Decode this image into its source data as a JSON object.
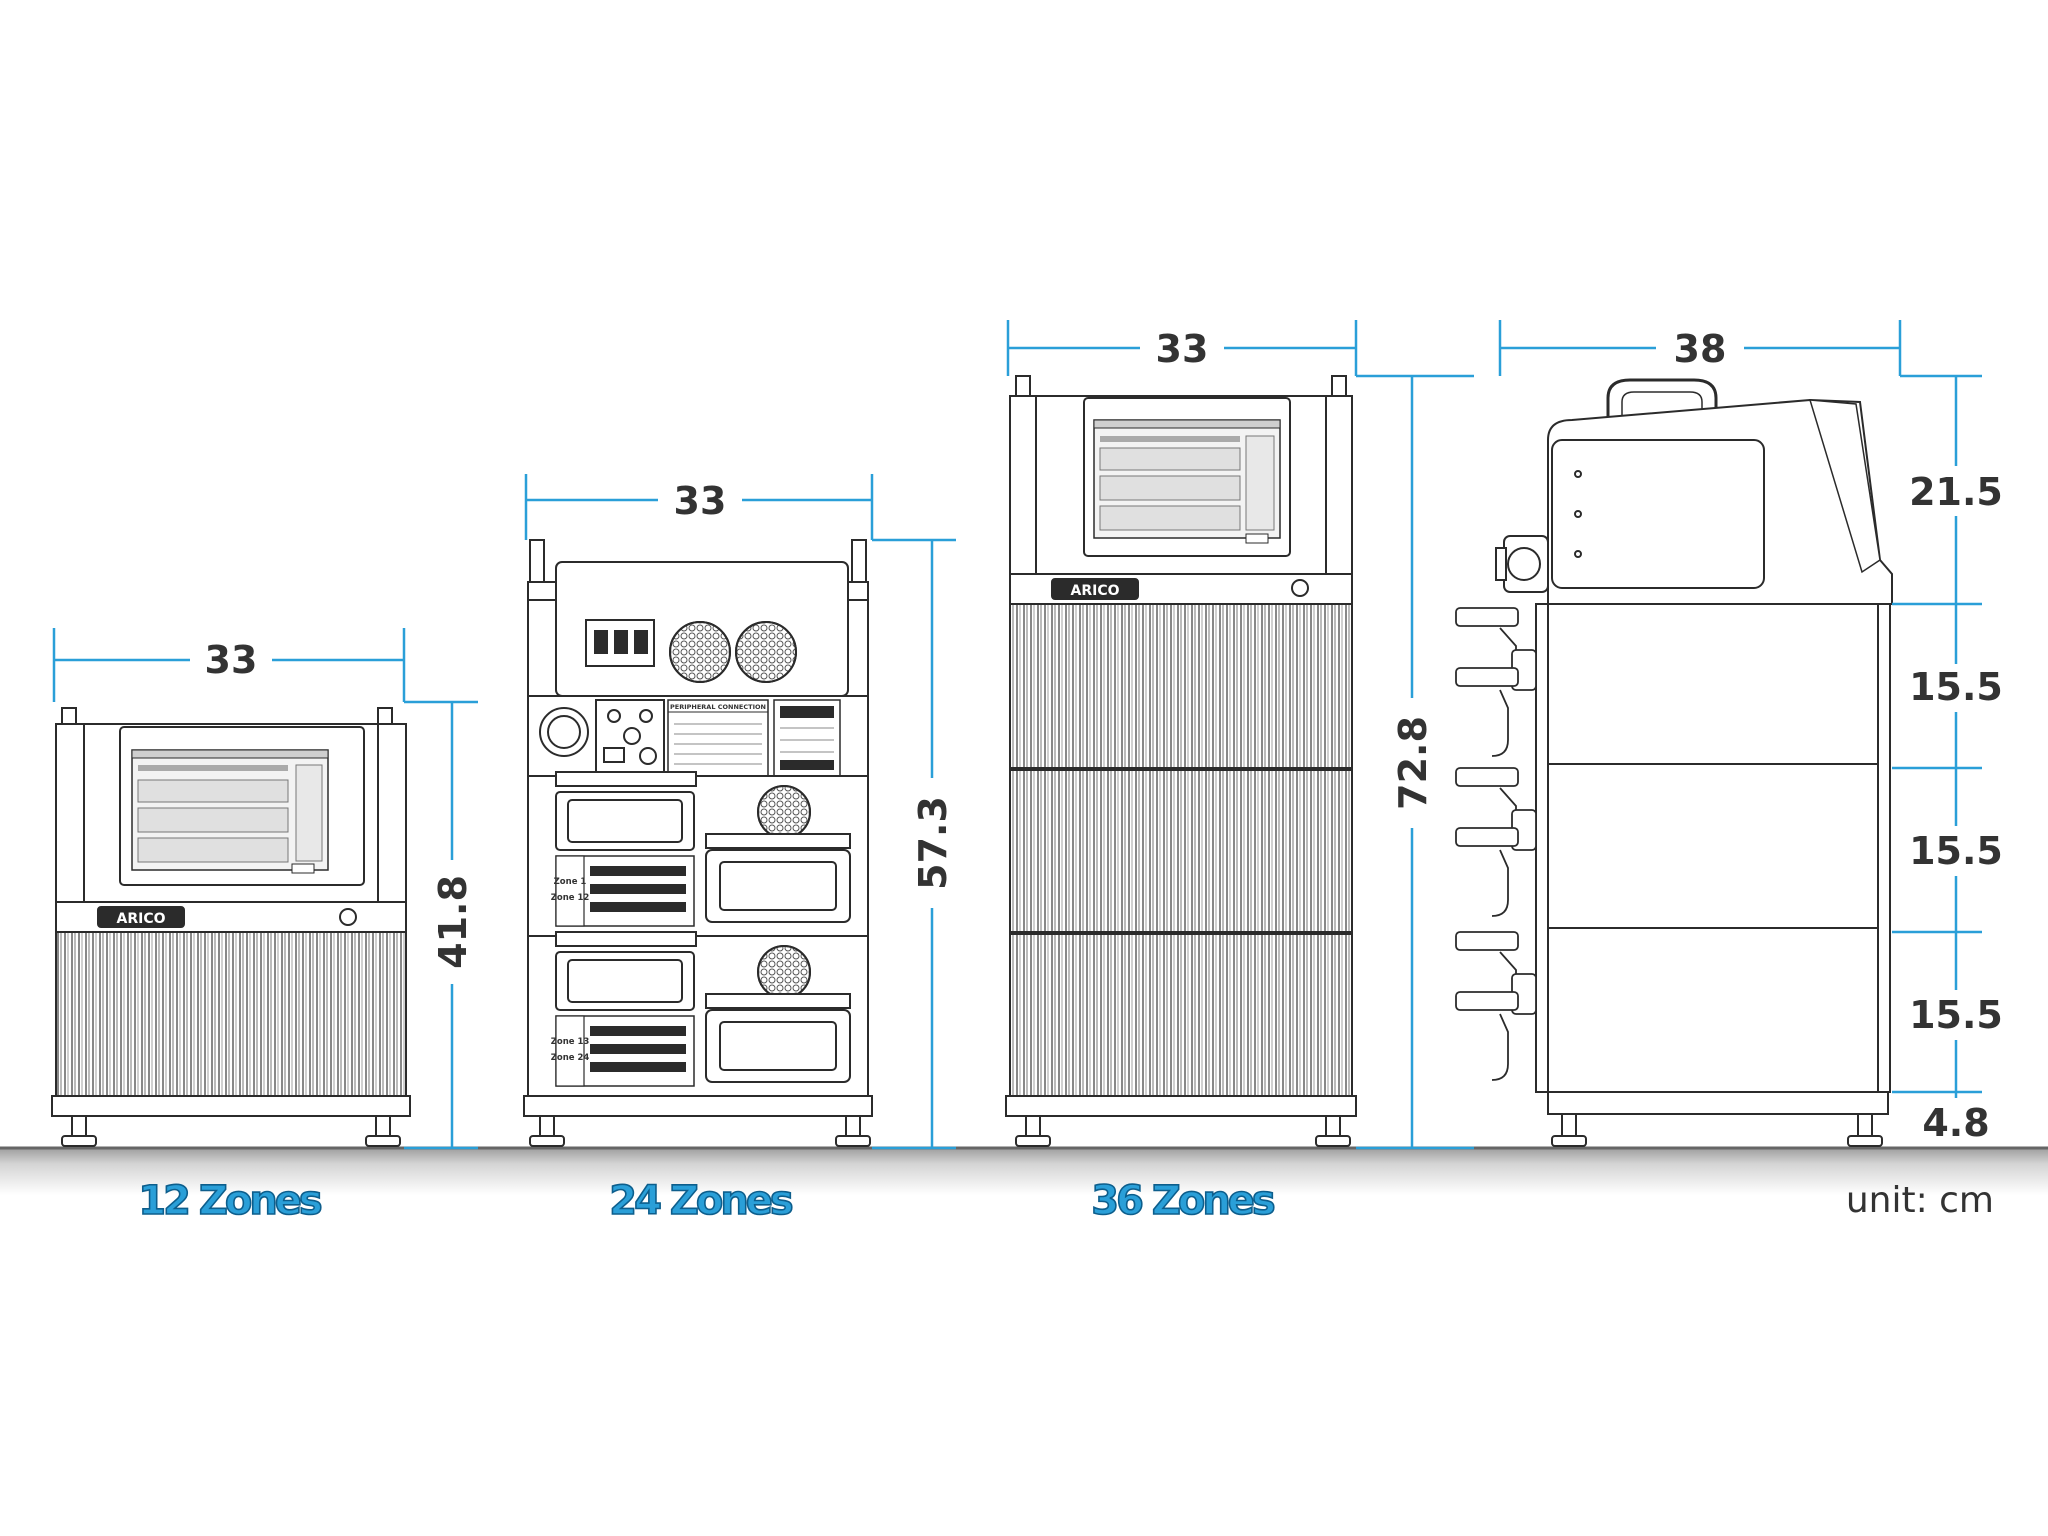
{
  "colors": {
    "dimension_line": "#2a9fd8",
    "zone_text": "#2a9fd8",
    "zone_outline": "#0d5e8c",
    "outline": "#2b2b2b",
    "floor": "#bdbdbd"
  },
  "brand": "ARICO",
  "units": [
    {
      "zones_label": "12 Zones",
      "width_label": "33",
      "height_label": "41.8"
    },
    {
      "zones_label": "24 Zones",
      "width_label": "33",
      "height_label": "57.3",
      "panel_title": "PERIPHERAL CONNECTION",
      "connector_labels": [
        "Zone 1",
        "Zone 12",
        "Zone 13",
        "Zone 24"
      ]
    },
    {
      "zones_label": "36 Zones",
      "width_label": "33",
      "height_label": "72.8"
    }
  ],
  "side_view": {
    "width_label": "38",
    "segments": [
      "21.5",
      "15.5",
      "15.5",
      "15.5",
      "4.8"
    ]
  },
  "unit_note": "unit: cm"
}
